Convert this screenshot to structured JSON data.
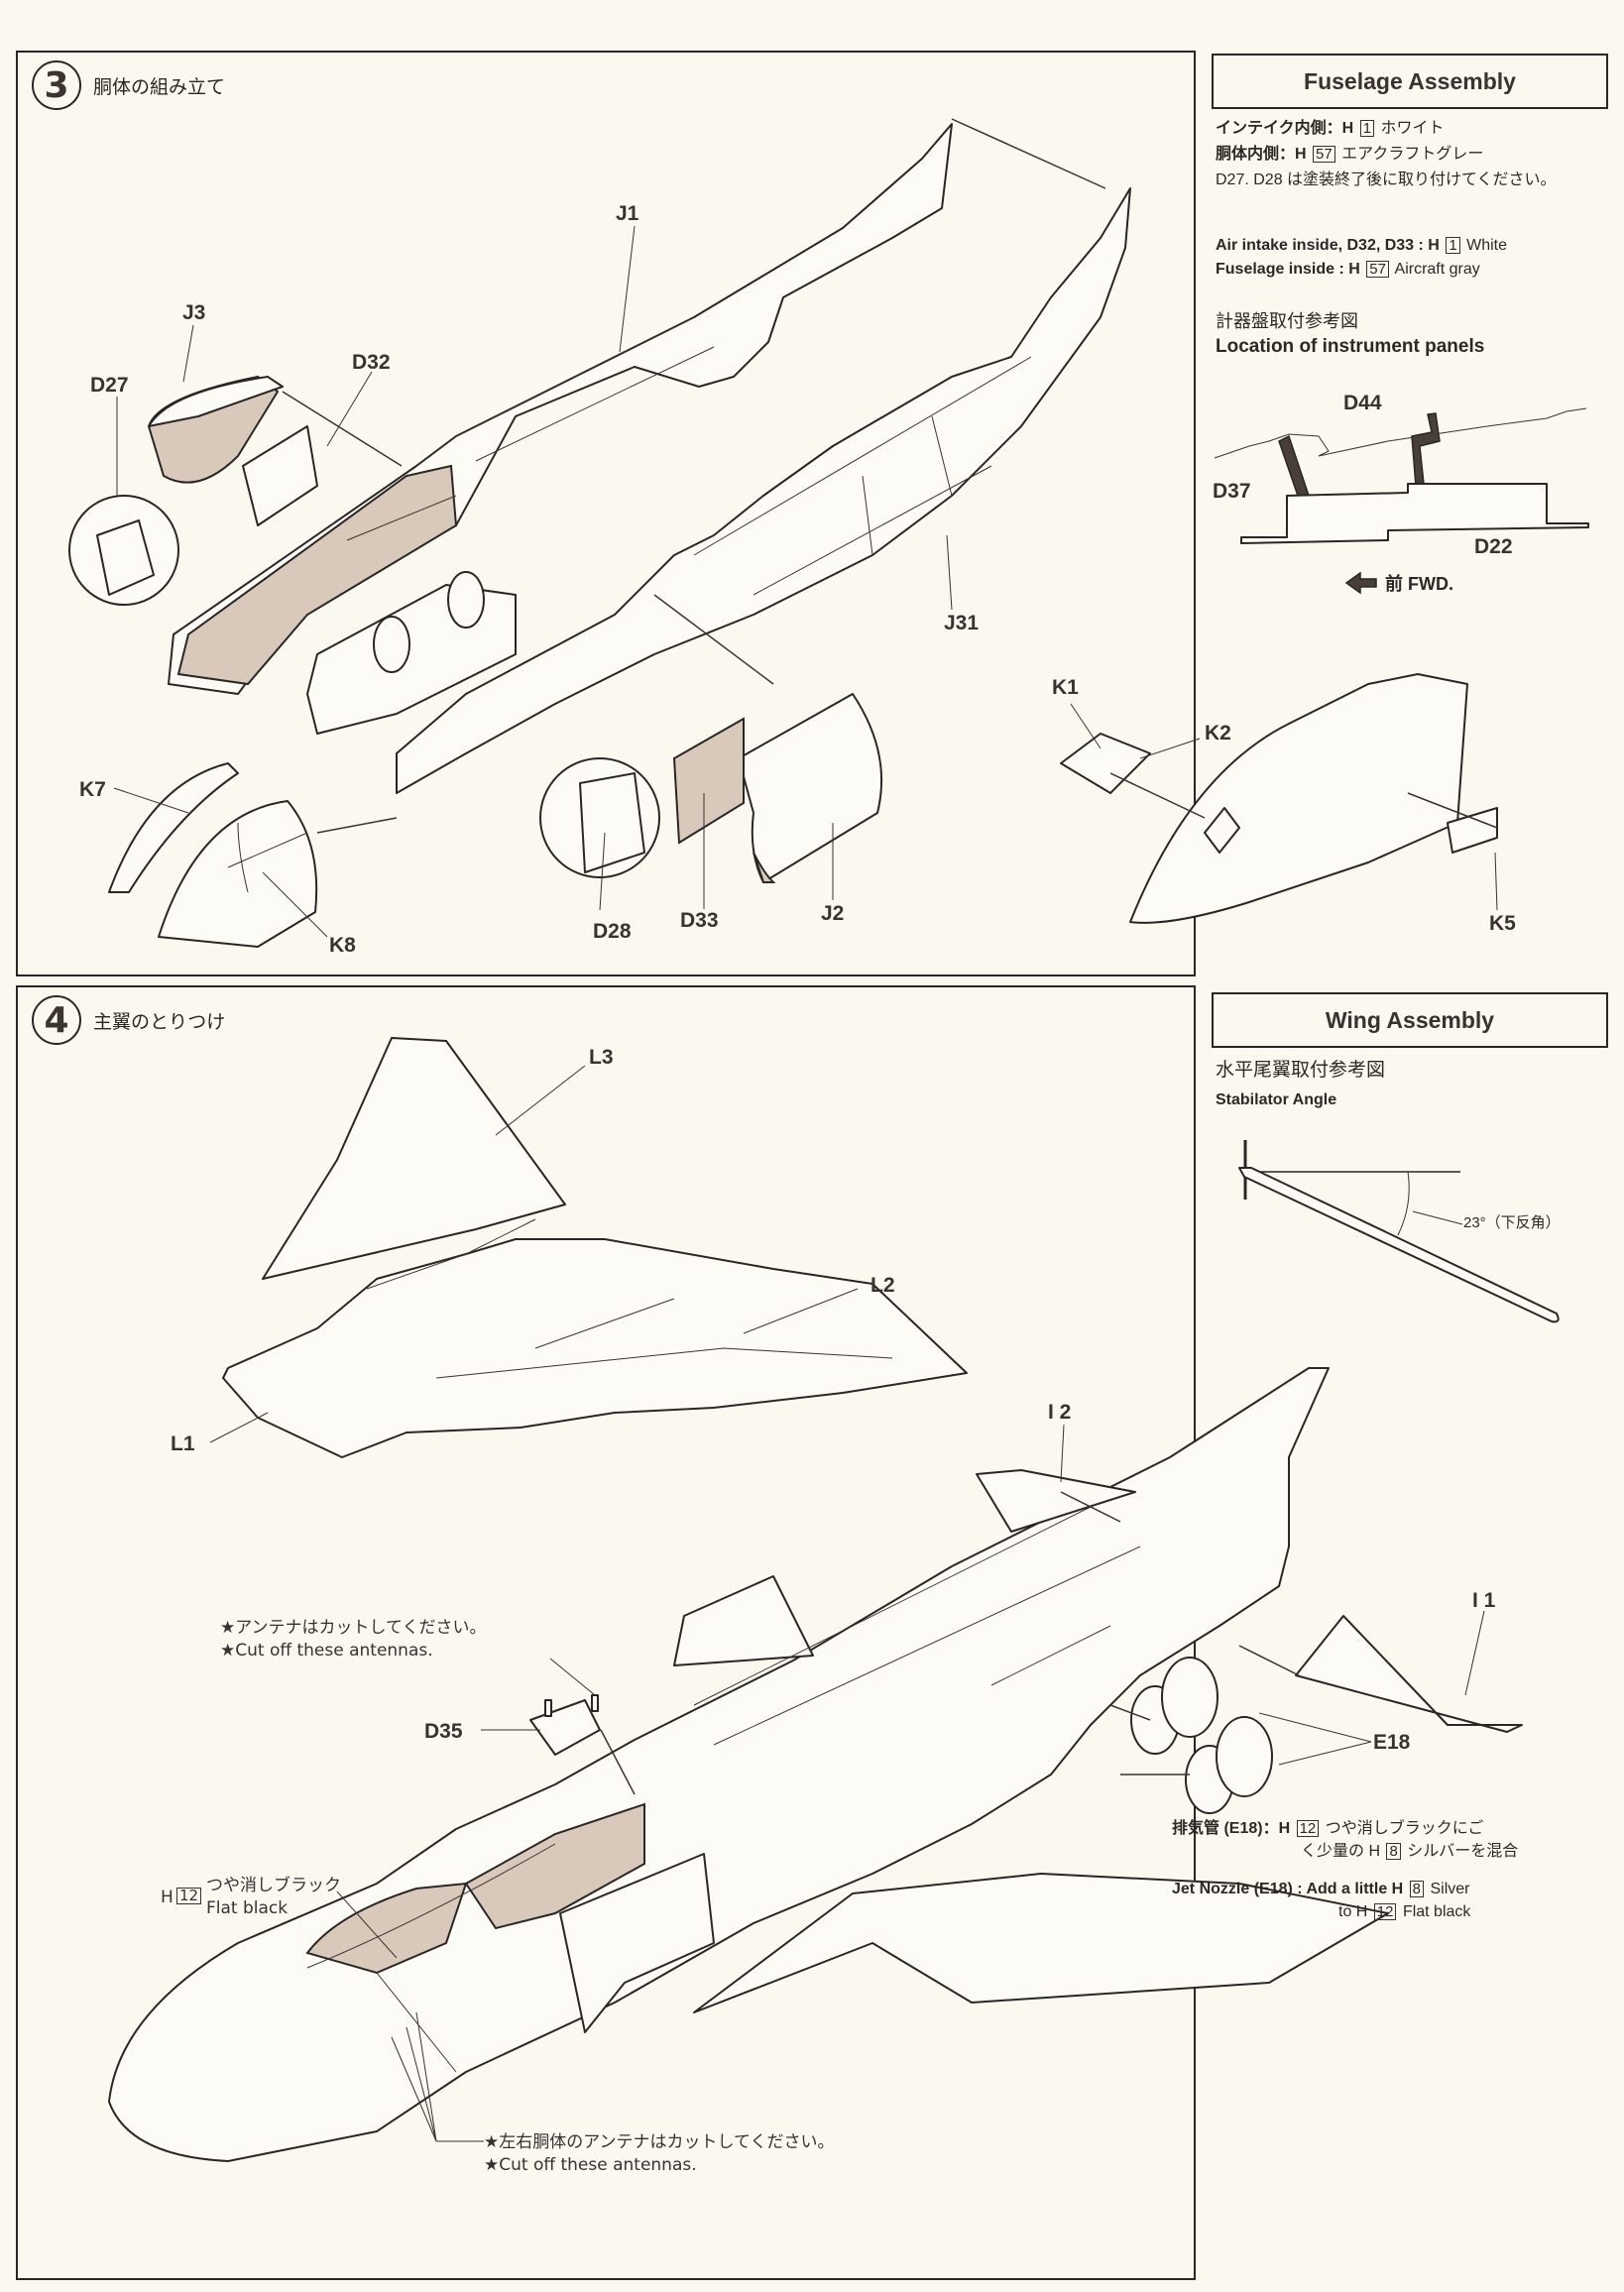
{
  "step3": {
    "number": "3",
    "title": "胴体の組み立て",
    "parts": {
      "D27": "D27",
      "J3": "J3",
      "D32": "D32",
      "J1": "J1",
      "J31": "J31",
      "K7": "K7",
      "K8": "K8",
      "D28": "D28",
      "D33": "D33",
      "J2": "J2",
      "K1": "K1",
      "K2": "K2",
      "K5": "K5"
    }
  },
  "fuselage_box": {
    "title": "Fuselage Assembly",
    "jp_lines": [
      {
        "label": "インテイク内側：H",
        "code": "1",
        "color": "ホワイト"
      },
      {
        "label": "胴体内側：H",
        "code": "57",
        "color": "エアクラフトグレー"
      }
    ],
    "jp_note": "D27. D28 は塗装終了後に取り付けてください。",
    "en_lines": [
      {
        "label": "Air intake inside, D32, D33 : H",
        "code": "1",
        "color": "White"
      },
      {
        "label": "Fuselage inside  : H",
        "code": "57",
        "color": "Aircraft gray"
      }
    ],
    "instrument_title_jp": "計器盤取付参考図",
    "instrument_title_en": "Location of instrument panels",
    "instrument_parts": {
      "D44": "D44",
      "D37": "D37",
      "D22": "D22"
    },
    "forward_jp": "前",
    "forward_en": "FWD."
  },
  "step4": {
    "number": "4",
    "title": "主翼のとりつけ",
    "parts": {
      "L3": "L3",
      "L2": "L2",
      "L1": "L1",
      "I2": "I 2",
      "I1": "I 1",
      "D35": "D35",
      "E18": "E18"
    },
    "antenna_note_top_jp": "★アンテナはカットしてください。",
    "antenna_note_top_en": "★Cut off these antennas.",
    "canopy_paint_prefix": "H",
    "canopy_paint_code": "12",
    "canopy_paint_jp": "つや消しブラック",
    "canopy_paint_en": "Flat black",
    "antenna_note_bottom_jp": "★左右胴体のアンテナはカットしてください。",
    "antenna_note_bottom_en": "★Cut off these antennas.",
    "nozzle_jp_1": "排気管 (E18)：H",
    "nozzle_jp_code1": "12",
    "nozzle_jp_1b": "つや消しブラックにご",
    "nozzle_jp_2": "く少量の H",
    "nozzle_jp_code2": "8",
    "nozzle_jp_2b": "シルバーを混合",
    "nozzle_en_1": "Jet Nozzle (E18) : Add a little  H",
    "nozzle_en_code1": "8",
    "nozzle_en_1b": "Silver",
    "nozzle_en_2": "to  H",
    "nozzle_en_code2": "12",
    "nozzle_en_2b": "Flat black"
  },
  "wing_box": {
    "title": "Wing Assembly",
    "stab_title_jp": "水平尾翼取付参考図",
    "stab_title_en": "Stabilator Angle",
    "angle_label": "23°（下反角）",
    "angle_value_deg": 23
  }
}
